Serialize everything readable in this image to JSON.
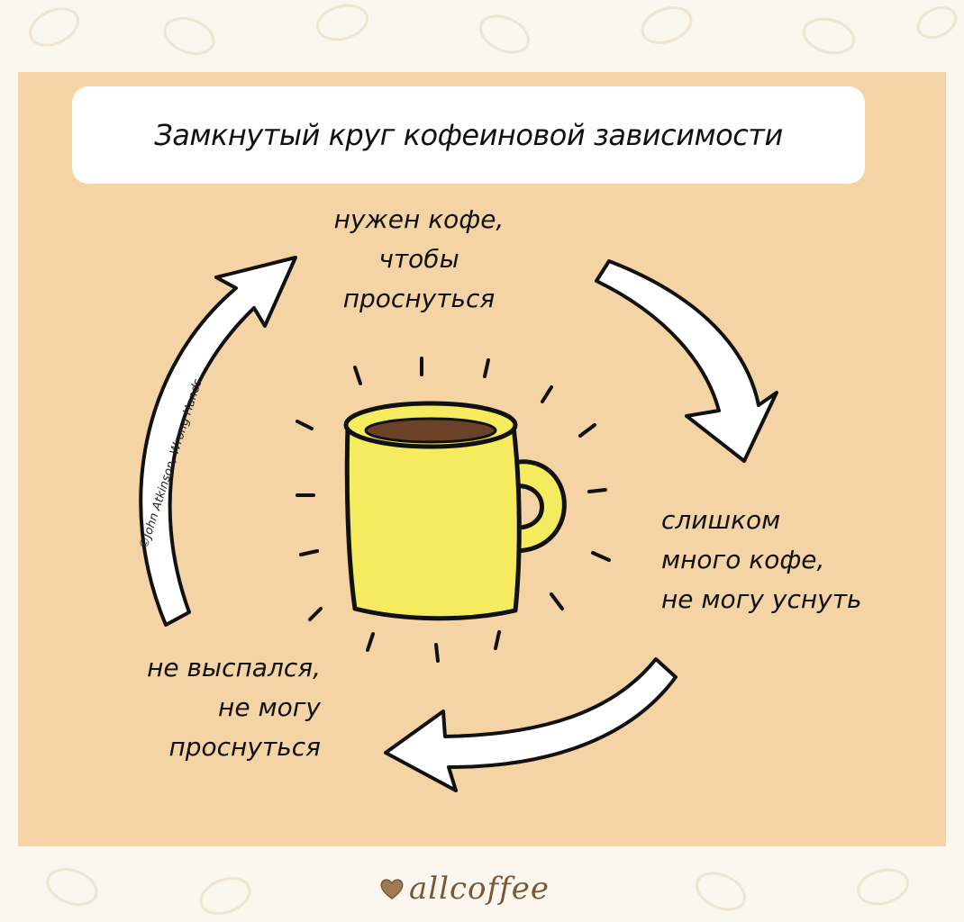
{
  "title": "Замкнутый круг кофеиновой зависимости",
  "steps": {
    "top": [
      "нужен кофе,",
      "чтобы",
      "проснуться"
    ],
    "right": [
      "слишком",
      "много кофе,",
      "не могу уснуть"
    ],
    "left": [
      "не выспался,",
      "не могу",
      "проснуться"
    ]
  },
  "credit": "©John Atkinson, Wrong Hands",
  "brand": "allcoffee",
  "colors": {
    "panel": "#f4d3a4",
    "mug": "#f4ec5e",
    "coffee": "#6b4128",
    "outline": "#111111",
    "arrow_fill": "#ffffff",
    "brand": "#7a5836"
  },
  "icons": [
    "coffee-mug-icon",
    "heart-icon"
  ]
}
